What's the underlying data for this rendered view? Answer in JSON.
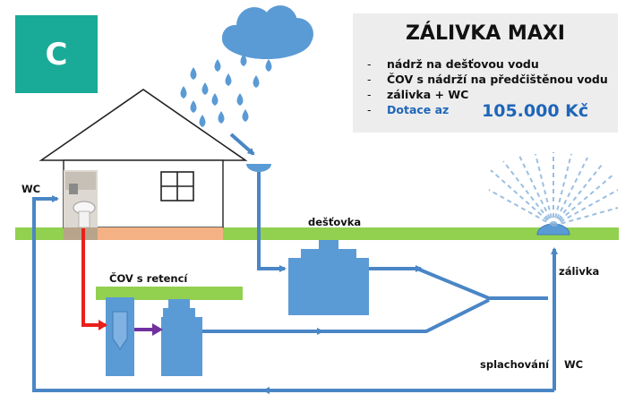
{
  "badge": {
    "letter": "C",
    "color": "#1aab98"
  },
  "info_box": {
    "title": "ZÁLIVKA MAXI",
    "items": [
      "nádrž na dešťovou vodu",
      "ČOV s nádrží na předčištěnou vodu",
      "zálivka + WC"
    ],
    "subsidy_label": "Dotace az",
    "subsidy_amount": "105.000 Kč"
  },
  "labels": {
    "wc_house": "WC",
    "rain_tank": "dešťovka",
    "treatment_plant": "ČOV s retencí",
    "irrigation": "zálivka",
    "flushing": "splachování",
    "wc_line": "WC"
  },
  "colors": {
    "pipe_blue": "#4a86c5",
    "tank_blue": "#5b9bd5",
    "grass_green": "#92d050",
    "waste_red": "#e8201a",
    "purple_flow": "#7030a0",
    "cloud_blue": "#5b9bd5",
    "house_floor": "#f4b183"
  },
  "icons": [
    "rain-cloud-icon",
    "raindrop-icon",
    "house-icon",
    "toilet-icon",
    "sprinkler-icon"
  ]
}
